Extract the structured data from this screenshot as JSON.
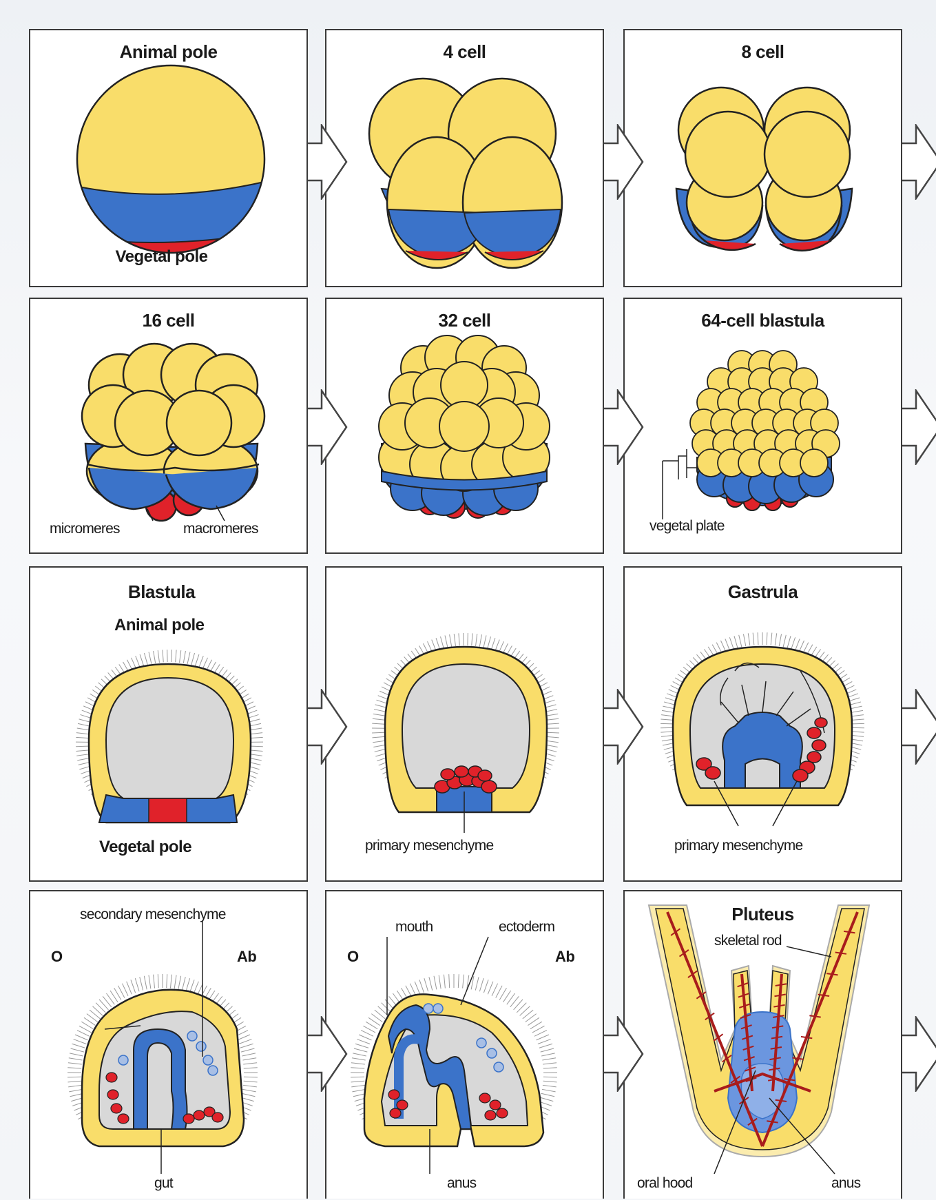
{
  "panels": {
    "p1": {
      "top": "Animal pole",
      "bottom": "Vegetal pole"
    },
    "p2": {
      "title": "4 cell"
    },
    "p3": {
      "title": "8 cell"
    },
    "p4": {
      "title": "16 cell",
      "left_label": "micromeres",
      "right_label": "macromeres"
    },
    "p5": {
      "title": "32 cell"
    },
    "p6": {
      "title": "64-cell blastula",
      "label": "vegetal plate"
    },
    "p7": {
      "title": "Blastula",
      "top": "Animal pole",
      "bottom": "Vegetal pole"
    },
    "p8": {
      "label": "primary mesenchyme"
    },
    "p9": {
      "title": "Gastrula",
      "label": "primary mesenchyme"
    },
    "p10": {
      "label_top": "secondary mesenchyme",
      "left": "O",
      "right": "Ab",
      "bottom": "gut"
    },
    "p11": {
      "label_mouth": "mouth",
      "label_ecto": "ectoderm",
      "left": "O",
      "right": "Ab",
      "bottom": "anus"
    },
    "p12": {
      "title": "Pluteus",
      "label_rod": "skeletal rod",
      "label_hood": "oral hood",
      "label_anus": "anus"
    }
  },
  "colors": {
    "yellow": "#f9dd6a",
    "blue": "#3b73c9",
    "red": "#e0222a",
    "grey": "#d8d8d8",
    "outline": "#222222"
  },
  "icons": [
    "right-arrow-icon"
  ]
}
